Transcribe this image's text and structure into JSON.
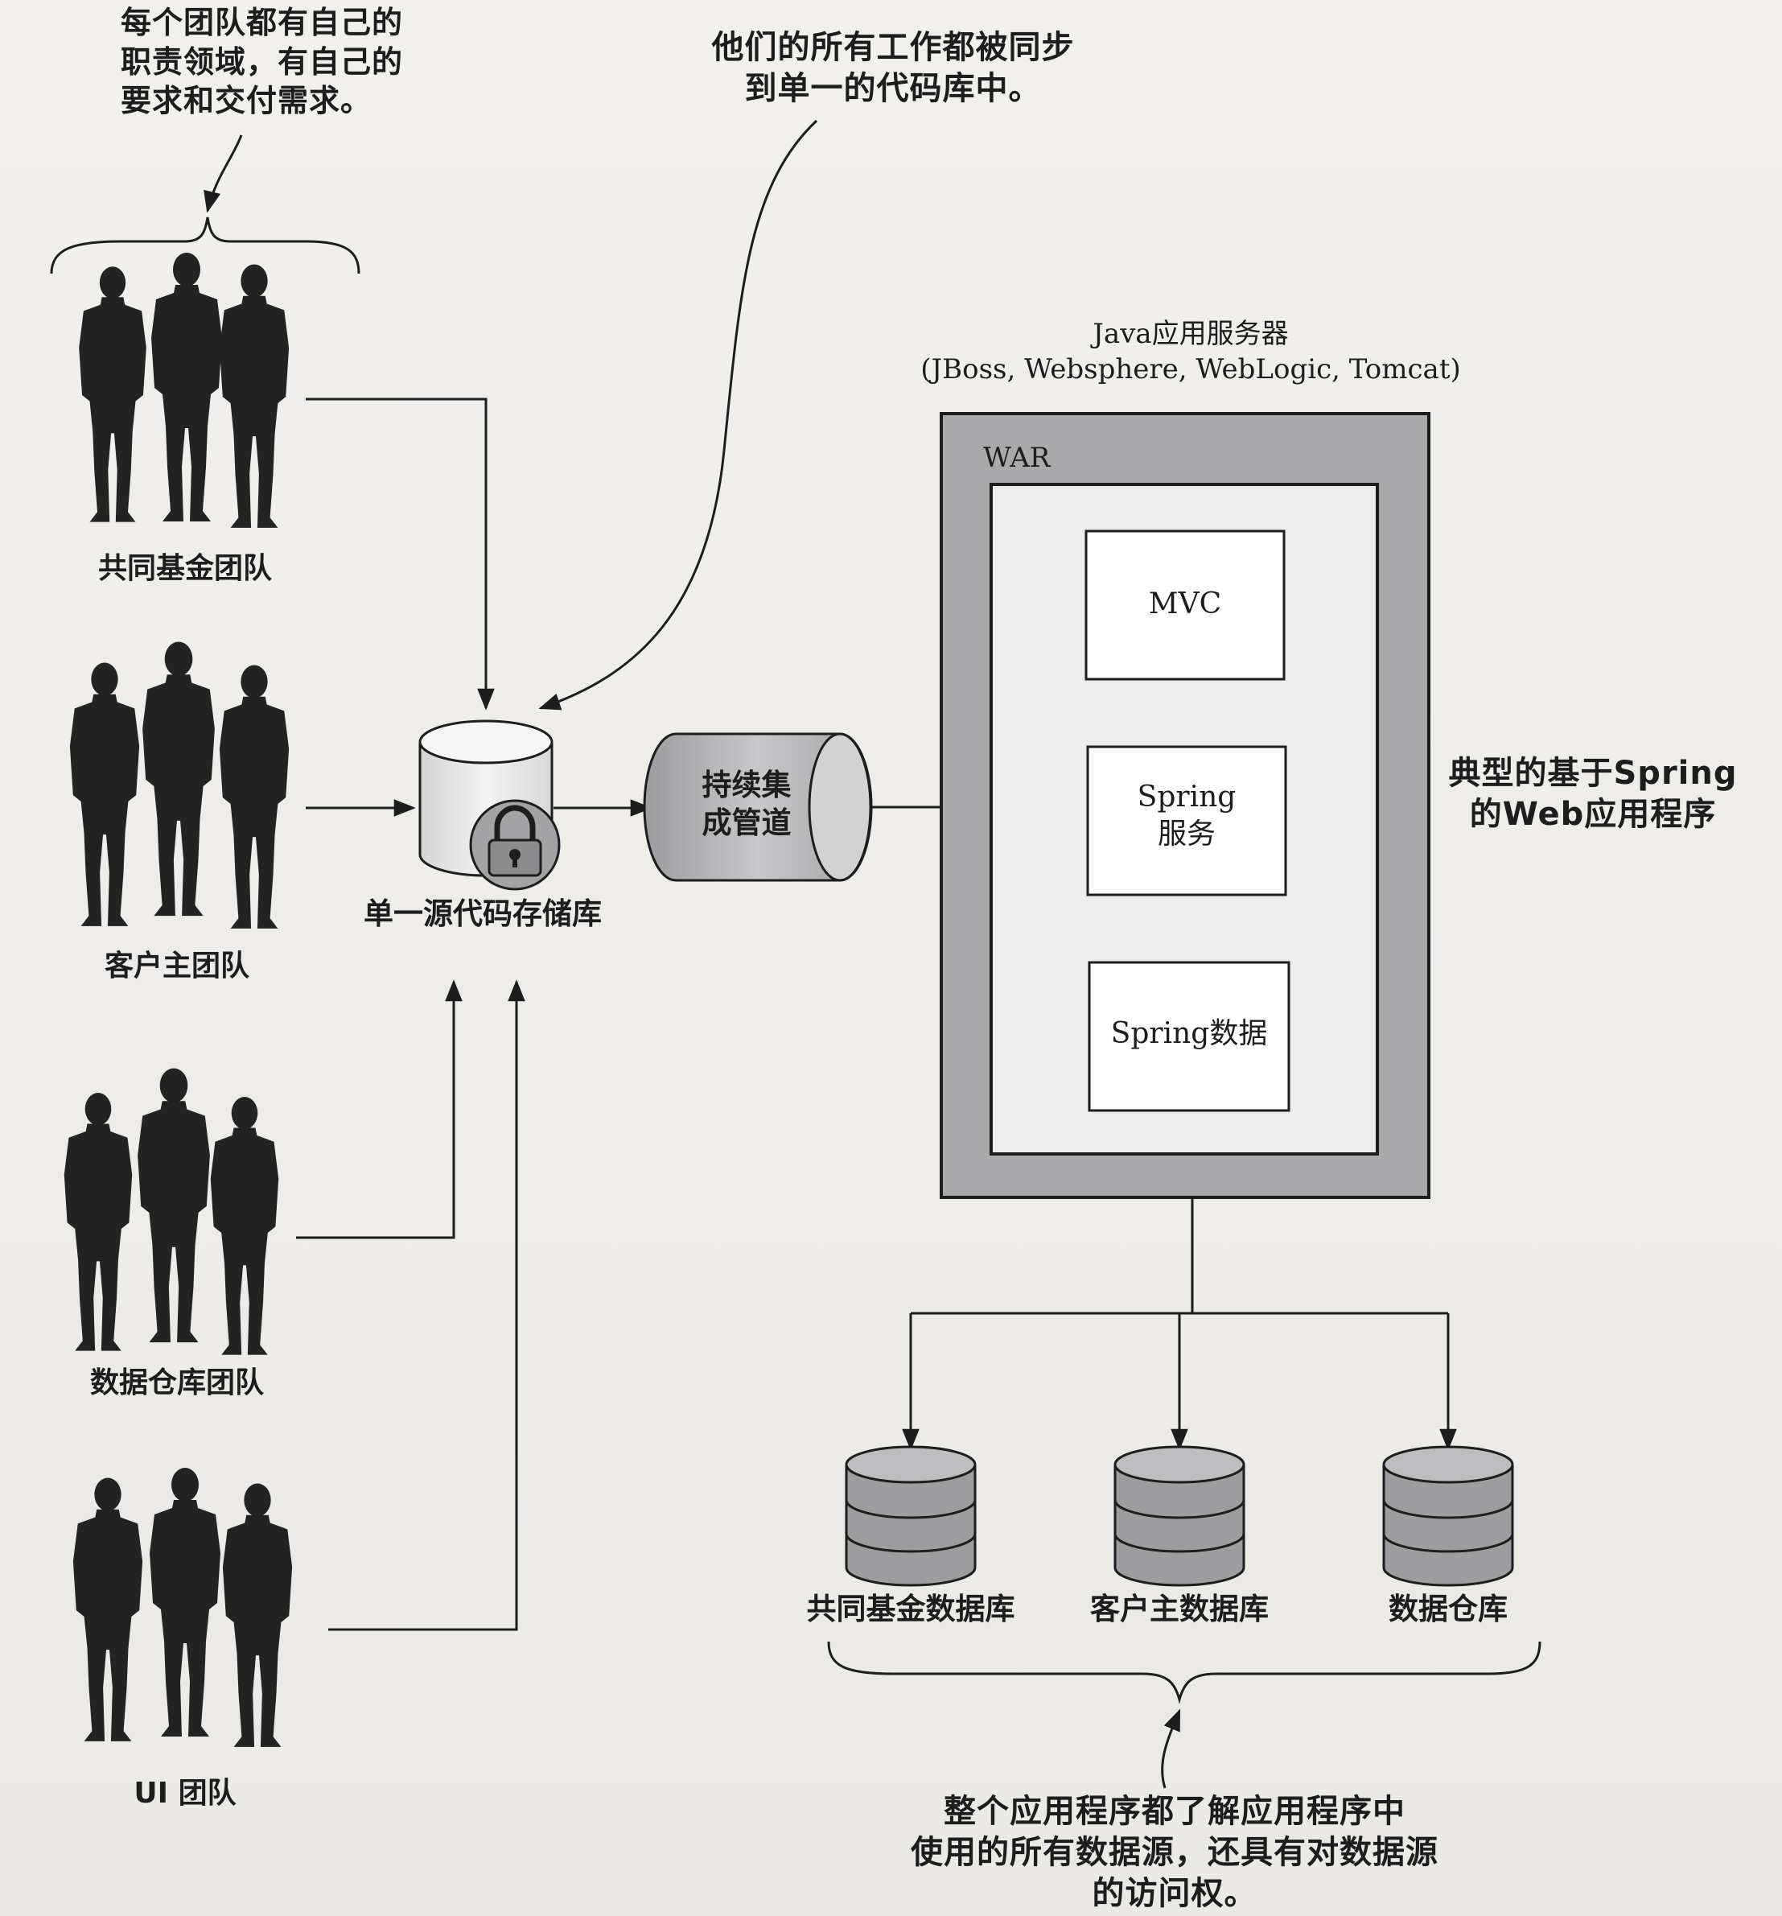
{
  "annotations": {
    "teams_note": [
      "每个团队都有自己的",
      "职责领域，有自己的",
      "要求和交付需求。"
    ],
    "sync_note": [
      "他们的所有工作都被同步",
      "到单一的代码库中。"
    ],
    "db_note": [
      "整个应用程序都了解应用程序中",
      "使用的所有数据源，还具有对数据源",
      "的访问权。"
    ],
    "typical_app": [
      "典型的基于Spring",
      "的Web应用程序"
    ]
  },
  "teams": [
    {
      "label": "共同基金团队",
      "icon": "people-group-icon"
    },
    {
      "label": "客户主团队",
      "icon": "people-group-icon"
    },
    {
      "label": "数据仓库团队",
      "icon": "people-group-icon"
    },
    {
      "label": "UI 团队",
      "icon": "people-group-icon"
    }
  ],
  "repository": {
    "label": "单一源代码存储库",
    "icon": "padlock-icon"
  },
  "pipeline": {
    "label": [
      "持续集",
      "成管道"
    ]
  },
  "app_server": {
    "title": "Java应用服务器",
    "subtitle": "(JBoss, Websphere, WebLogic, Tomcat)",
    "war_label": "WAR",
    "modules": [
      [
        "MVC"
      ],
      [
        "Spring",
        "服务"
      ],
      [
        "Spring数据"
      ]
    ]
  },
  "databases": [
    {
      "label": "共同基金数据库",
      "icon": "database-icon"
    },
    {
      "label": "客户主数据库",
      "icon": "database-icon"
    },
    {
      "label": "数据仓库",
      "icon": "database-icon"
    }
  ],
  "colors": {
    "ink": "#1d1d1d",
    "server_fill": "#a9a9ab",
    "inner_fill": "#ececec",
    "module_fill": "#ffffff",
    "cylinder_fill": "#b7b7b9",
    "silhouette": "#232323"
  }
}
